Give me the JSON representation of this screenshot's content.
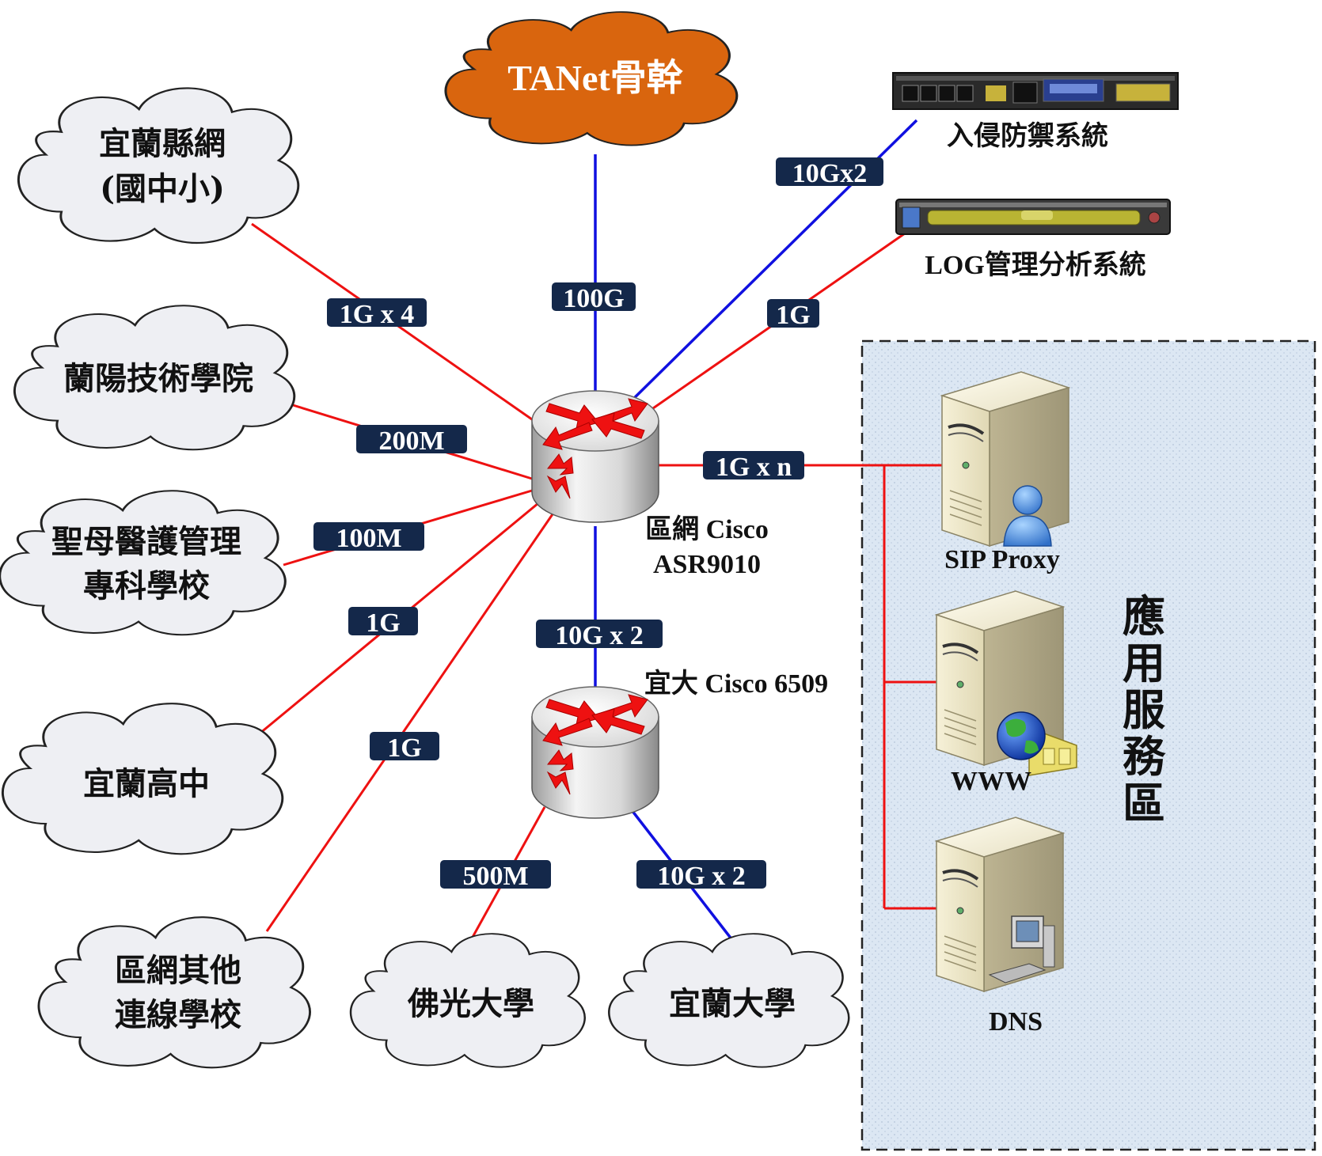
{
  "colors": {
    "blue_link": "#1010e0",
    "red_link": "#ee1111",
    "label_bg": "#14284a",
    "cloud_fill": "#eeeff3",
    "tanet_fill": "#d9650e",
    "zone_fill": "#dce7f3"
  },
  "tanet": {
    "label": "TANet骨幹"
  },
  "clouds": {
    "yilan_county": {
      "line1": "宜蘭縣網",
      "line2": "(國中小)"
    },
    "lanyang": {
      "line1": "蘭陽技術學院"
    },
    "stmary": {
      "line1": "聖母醫護管理",
      "line2": "專科學校"
    },
    "yilan_high": {
      "line1": "宜蘭高中"
    },
    "other_schools": {
      "line1": "區網其他",
      "line2": "連線學校"
    },
    "fo_guang": {
      "line1": "佛光大學"
    },
    "niu": {
      "line1": "宜蘭大學"
    }
  },
  "links": {
    "tanet": "100G",
    "ips": "10Gx2",
    "log": "1G",
    "yilan_county": "1G x 4",
    "lanyang": "200M",
    "stmary": "100M",
    "yilan_high": "1G",
    "other_schools": "1G",
    "servers": "1G x n",
    "niu_core": "10G x 2",
    "fo_guang": "500M",
    "niu": "10G x 2"
  },
  "routers": {
    "core": {
      "line1": "區網 Cisco",
      "line2": "ASR9010"
    },
    "niu": {
      "line1": "宜大 Cisco 6509"
    }
  },
  "devices": {
    "ips": {
      "label": "入侵防禦系統"
    },
    "log": {
      "label": "LOG管理分析系統"
    }
  },
  "servers": {
    "sip": {
      "label": "SIP Proxy",
      "icon": "user-icon"
    },
    "www": {
      "label": "WWW",
      "icon": "globe-icon"
    },
    "dns": {
      "label": "DNS",
      "icon": "computer-icon"
    }
  },
  "zone": {
    "label_chars": [
      "應",
      "用",
      "服",
      "務",
      "區"
    ]
  }
}
